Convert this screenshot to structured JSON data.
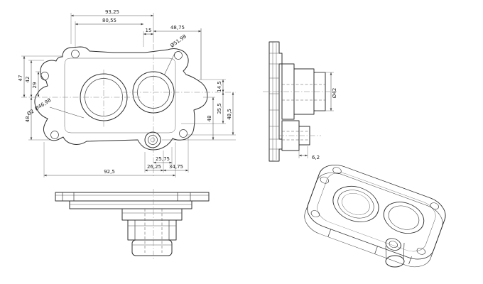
{
  "drawing": {
    "type": "cad-multiview-part-drawing",
    "colors": {
      "background": "#ffffff",
      "outline": "#2f2f2f",
      "dimension": "#4a4a4a",
      "centerline": "#808080"
    },
    "views": {
      "front": "front-view",
      "side": "side-section-view",
      "bottom": "bottom-view",
      "isometric": "isometric-view"
    },
    "dims": {
      "top_width_outer": "93,25",
      "top_width_inner": "80,55",
      "top_offset": "15",
      "top_right": "48,75",
      "bore_right_dia": "Ø51,98",
      "left_47": "47",
      "left_42": "42",
      "left_29": "29",
      "left_48": "48",
      "bore_left_dia_small": "Ø2",
      "bore_left_dia": "Ø46,98",
      "right_14_5": "14,5",
      "right_35_5": "35,5",
      "right_48_5": "48,5",
      "right_48": "48",
      "bottom_92_5": "92,5",
      "bottom_26_25": "26,25",
      "bottom_25_75": "25,75",
      "bottom_34_75": "34,75",
      "side_dia_42": "Ø42",
      "side_6_2": "6,2"
    }
  }
}
